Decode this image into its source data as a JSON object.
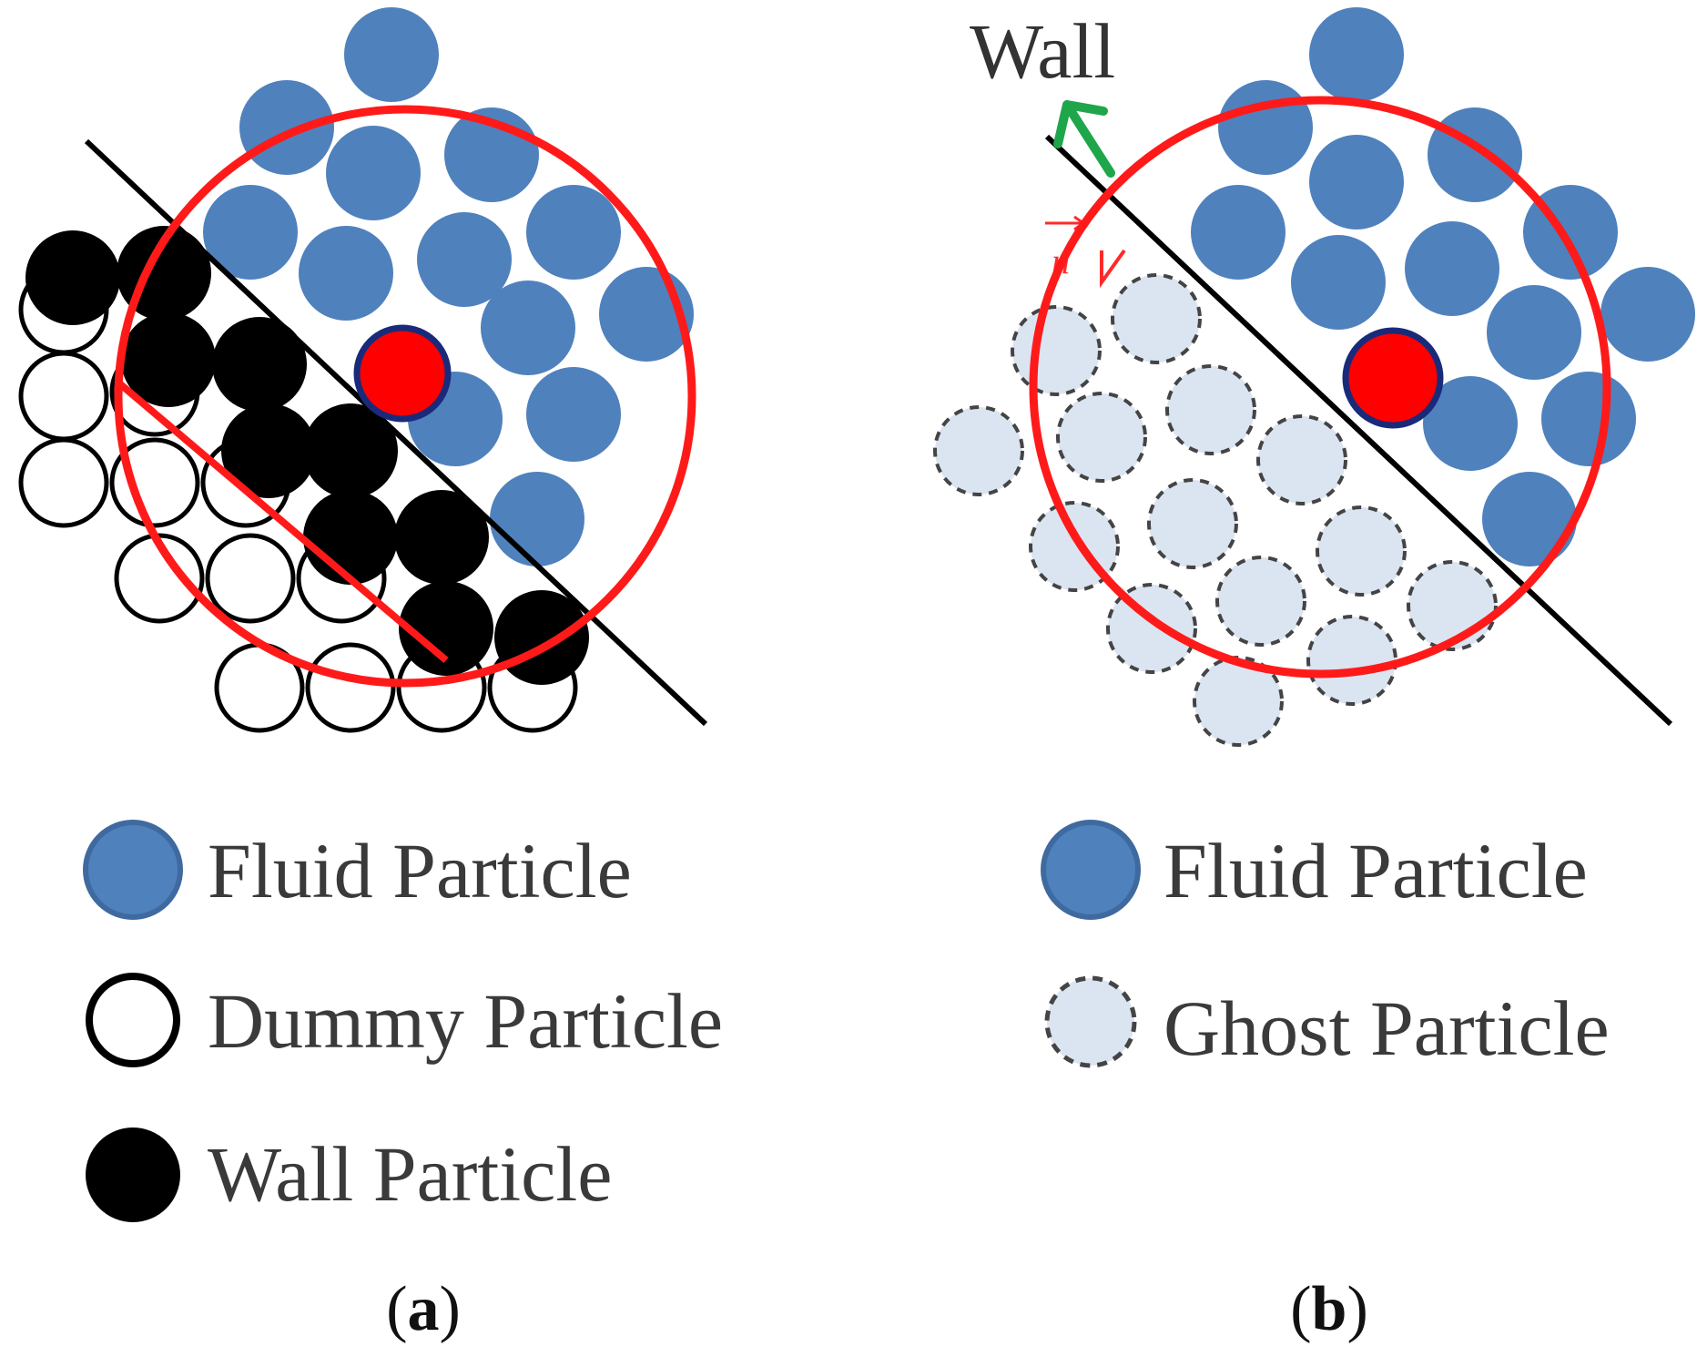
{
  "colors": {
    "fluid_fill": "#4f81bd",
    "fluid_stroke": "#3f6aa0",
    "support_circle": "#ff1a1a",
    "target_particle_fill": "#ff0000",
    "target_particle_stroke": "#1a2a7a",
    "wall_particle": "#000000",
    "ghost_fill": "#dbe4f1",
    "ghost_stroke": "#444444",
    "normal_arrow": "#1fa64a",
    "wall_line": "#000000"
  },
  "panel_a": {
    "legend": [
      {
        "icon": "fluid-particle-icon",
        "label": "Fluid Particle"
      },
      {
        "icon": "dummy-particle-icon",
        "label": "Dummy Particle"
      },
      {
        "icon": "wall-particle-icon",
        "label": "Wall Particle"
      }
    ],
    "caption": {
      "open": "(",
      "letter": "a",
      "close": ")"
    }
  },
  "panel_b": {
    "wall_label": "Wall",
    "normal_label": "n",
    "legend": [
      {
        "icon": "fluid-particle-icon",
        "label": "Fluid Particle"
      },
      {
        "icon": "ghost-particle-icon",
        "label": "Ghost Particle"
      }
    ],
    "caption": {
      "open": "(",
      "letter": "b",
      "close": ")"
    }
  }
}
